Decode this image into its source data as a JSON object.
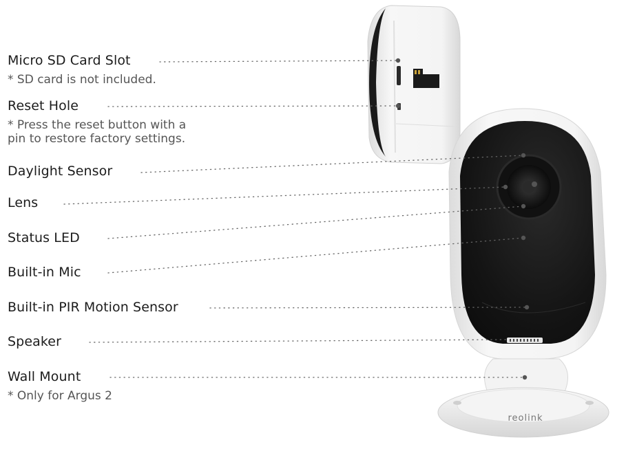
{
  "callouts": [
    {
      "key": "sd",
      "label": "Micro SD Card Slot",
      "notes": [
        "* SD card is not included."
      ]
    },
    {
      "key": "reset",
      "label": "Reset Hole",
      "notes": [
        "* Press the reset button with a",
        "pin to restore factory settings."
      ]
    },
    {
      "key": "daylight",
      "label": "Daylight Sensor",
      "notes": []
    },
    {
      "key": "lens",
      "label": "Lens",
      "notes": []
    },
    {
      "key": "led",
      "label": "Status LED",
      "notes": []
    },
    {
      "key": "mic",
      "label": "Built-in Mic",
      "notes": []
    },
    {
      "key": "pir",
      "label": "Built-in PIR Motion Sensor",
      "notes": []
    },
    {
      "key": "speaker",
      "label": "Speaker",
      "notes": []
    },
    {
      "key": "mount",
      "label": "Wall Mount",
      "notes": [
        "* Only for Argus 2"
      ]
    }
  ],
  "brand_mark": "reolink",
  "colors": {
    "label": "#1c1c1c",
    "note": "#555555",
    "leader": "#666666",
    "camera_body": "#f2f2f2",
    "camera_face": "#111111"
  }
}
